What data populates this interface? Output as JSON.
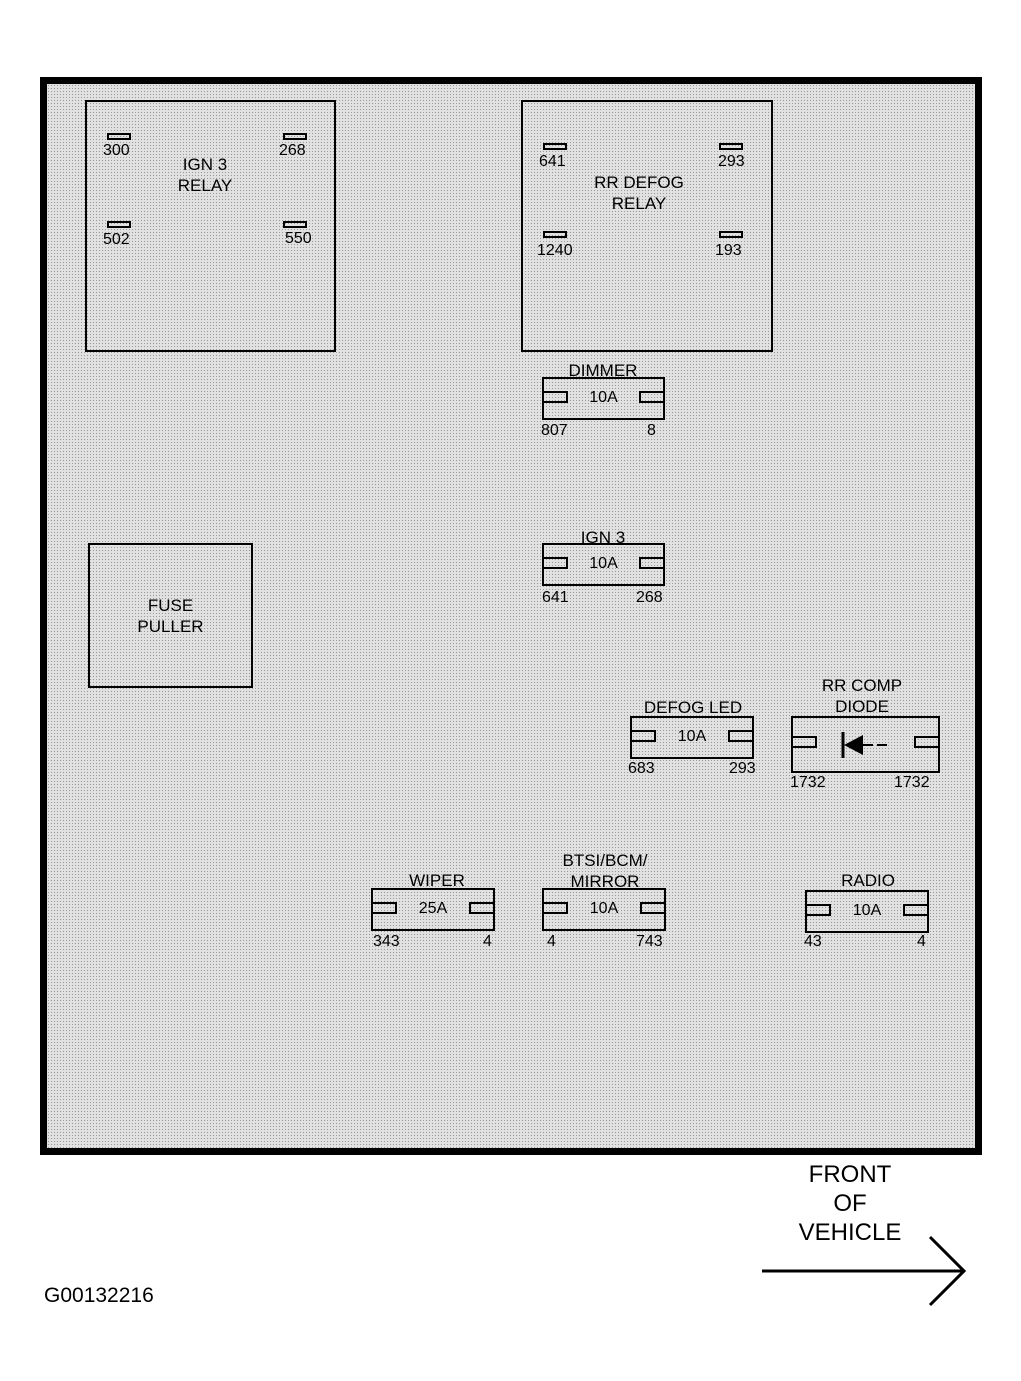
{
  "ign3_relay": {
    "label": "IGN 3\nRELAY",
    "pins": [
      "300",
      "268",
      "502",
      "550"
    ]
  },
  "rr_defog_relay": {
    "label": "RR DEFOG\nRELAY",
    "pins": [
      "641",
      "293",
      "1240",
      "193"
    ]
  },
  "fuse_puller": {
    "label": "FUSE\nPULLER"
  },
  "fuses": {
    "dimmer": {
      "title": "DIMMER",
      "rating": "10A",
      "left_pin": "807",
      "right_pin": "8"
    },
    "ign3": {
      "title": "IGN 3",
      "rating": "10A",
      "left_pin": "641",
      "right_pin": "268"
    },
    "defog_led": {
      "title": "DEFOG LED",
      "rating": "10A",
      "left_pin": "683",
      "right_pin": "293"
    },
    "rr_comp_diode": {
      "title": "RR COMP\nDIODE",
      "left_pin": "1732",
      "right_pin": "1732"
    },
    "wiper": {
      "title": "WIPER",
      "rating": "25A",
      "left_pin": "343",
      "right_pin": "4"
    },
    "btsi": {
      "title": "BTSI/BCM/\nMIRROR",
      "rating": "10A",
      "left_pin": "4",
      "right_pin": "743"
    },
    "radio": {
      "title": "RADIO",
      "rating": "10A",
      "left_pin": "43",
      "right_pin": "4"
    }
  },
  "front_label": "FRONT\nOF\nVEHICLE",
  "figure_id": "G00132216"
}
